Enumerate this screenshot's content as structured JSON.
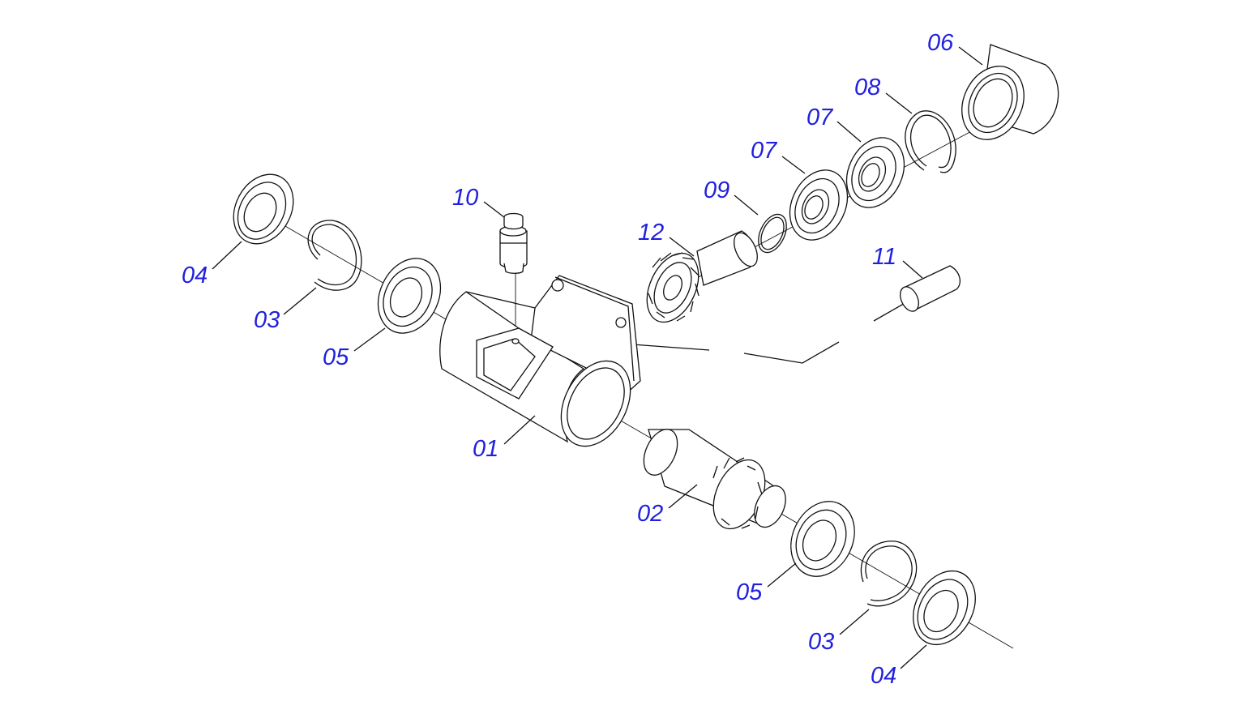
{
  "diagram": {
    "callouts": [
      {
        "id": "c06",
        "text": "06"
      },
      {
        "id": "c08",
        "text": "08"
      },
      {
        "id": "c07a",
        "text": "07"
      },
      {
        "id": "c07b",
        "text": "07"
      },
      {
        "id": "c09",
        "text": "09"
      },
      {
        "id": "c12",
        "text": "12"
      },
      {
        "id": "c10",
        "text": "10"
      },
      {
        "id": "c11",
        "text": "11"
      },
      {
        "id": "c04a",
        "text": "04"
      },
      {
        "id": "c03a",
        "text": "03"
      },
      {
        "id": "c05a",
        "text": "05"
      },
      {
        "id": "c01",
        "text": "01"
      },
      {
        "id": "c02",
        "text": "02"
      },
      {
        "id": "c05b",
        "text": "05"
      },
      {
        "id": "c03b",
        "text": "03"
      },
      {
        "id": "c04b",
        "text": "04"
      }
    ]
  }
}
